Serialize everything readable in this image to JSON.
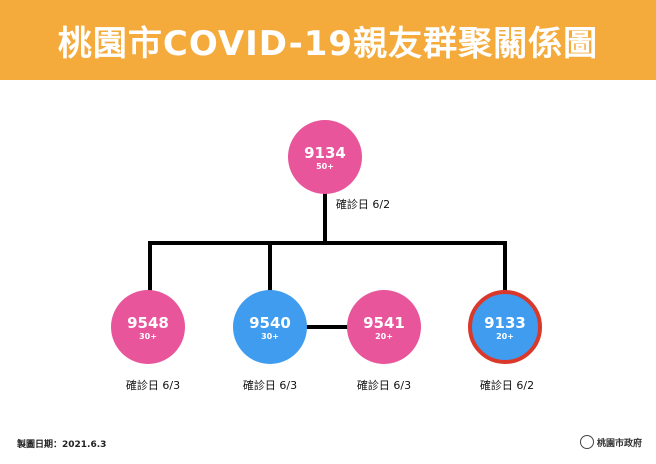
{
  "title": "桃園市COVID-19親友群聚關係圖",
  "colors": {
    "banner": "#F5AB3C",
    "pink": "#E8559B",
    "blue": "#3F9CEF",
    "highlight_border": "#D9382B"
  },
  "nodes": [
    {
      "id": "9134",
      "age": "50+",
      "date": "確診日 6/2",
      "color": "pink"
    },
    {
      "id": "9548",
      "age": "30+",
      "date": "確診日 6/3",
      "color": "pink"
    },
    {
      "id": "9540",
      "age": "30+",
      "date": "確診日 6/3",
      "color": "blue"
    },
    {
      "id": "9541",
      "age": "20+",
      "date": "確診日 6/3",
      "color": "pink"
    },
    {
      "id": "9133",
      "age": "20+",
      "date": "確診日 6/2",
      "color": "blue",
      "highlighted": true
    }
  ],
  "footer": {
    "made_date": "製圖日期：2021.6.3",
    "org": "桃園市政府"
  }
}
